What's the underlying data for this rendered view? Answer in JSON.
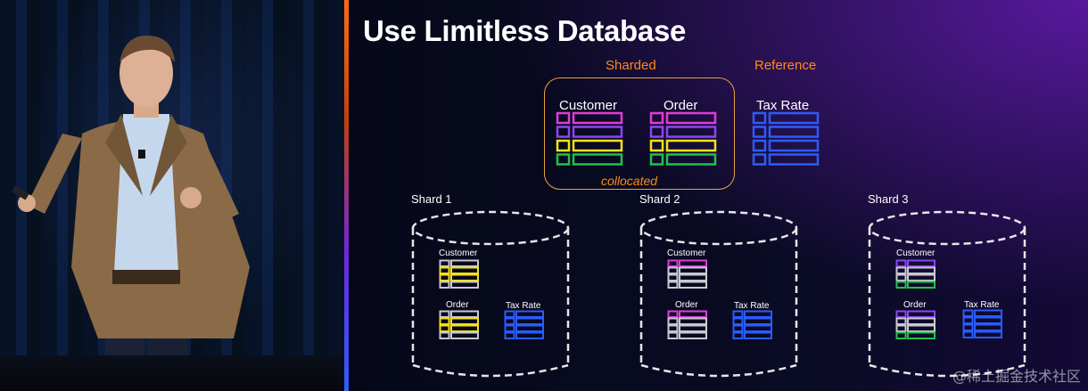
{
  "slide": {
    "title": "Use Limitless Database",
    "sharded_label": "Sharded",
    "reference_label": "Reference",
    "collocated_label": "collocated",
    "tables": {
      "customer": "Customer",
      "order": "Order",
      "tax_rate": "Tax Rate"
    },
    "shards": [
      {
        "name": "Shard 1",
        "customer": "Customer",
        "order": "Order",
        "tax_rate": "Tax Rate"
      },
      {
        "name": "Shard 2",
        "customer": "Customer",
        "order": "Order",
        "tax_rate": "Tax Rate"
      },
      {
        "name": "Shard 3",
        "customer": "Customer",
        "order": "Order",
        "tax_rate": "Tax Rate"
      }
    ]
  },
  "colors": {
    "orange_accent": "#ff8a1c",
    "pink": "#e23bd8",
    "purple": "#8b45f5",
    "yellow": "#f4e21a",
    "green": "#1fc24a",
    "blue": "#2a5cff",
    "gray": "#c9c9cf"
  },
  "watermark": "@稀土掘金技术社区"
}
